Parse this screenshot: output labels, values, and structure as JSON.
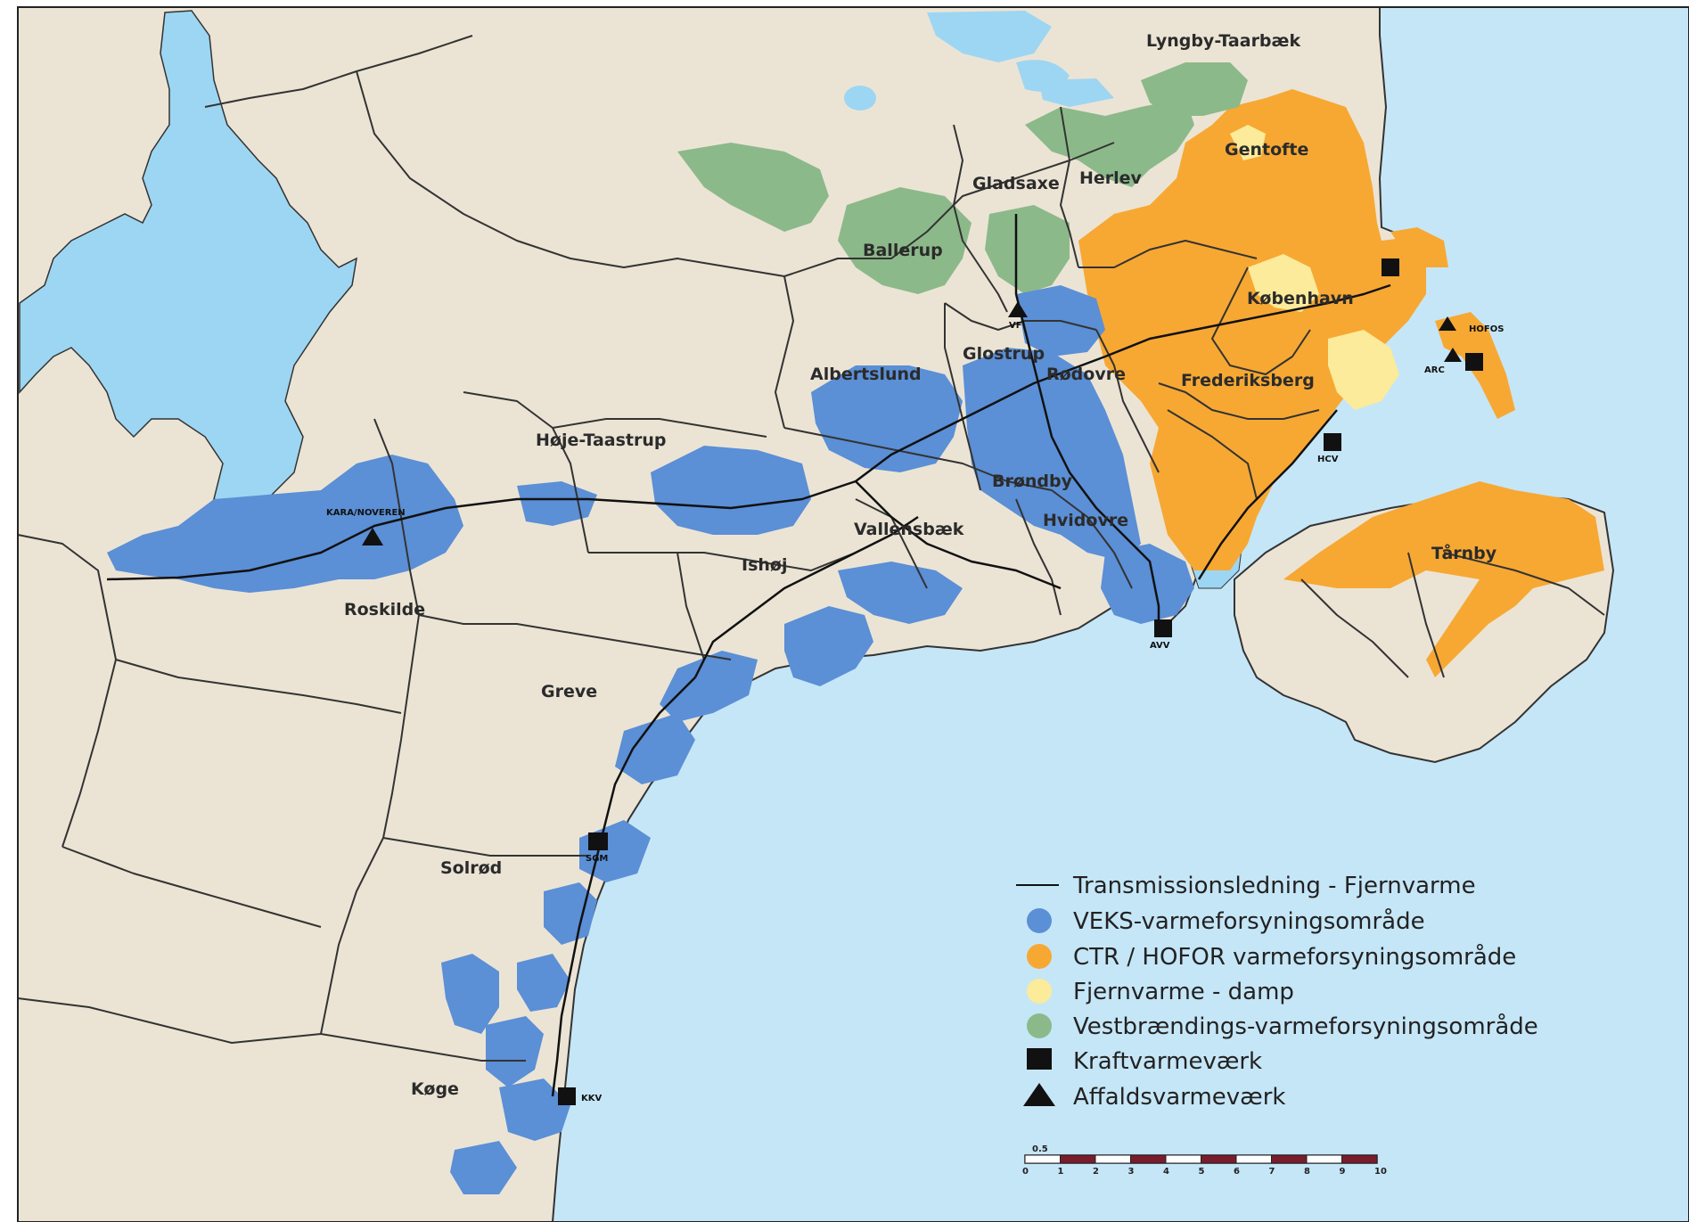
{
  "colors": {
    "sea": "#c5e6f7",
    "lake": "#9dd6f2",
    "land": "#ebe4d5",
    "veks": "#5b8fd6",
    "ctr": "#f7a833",
    "damp": "#fbeb9a",
    "vest": "#8cb98a",
    "border": "#333333"
  },
  "municipalities": [
    {
      "id": "lyngby",
      "label": "Lyngby-Taarbæk"
    },
    {
      "id": "gentofte",
      "label": "Gentofte"
    },
    {
      "id": "gladsaxe",
      "label": "Gladsaxe"
    },
    {
      "id": "herlev",
      "label": "Herlev"
    },
    {
      "id": "ballerup",
      "label": "Ballerup"
    },
    {
      "id": "kobenhavn",
      "label": "København"
    },
    {
      "id": "glostrup",
      "label": "Glostrup"
    },
    {
      "id": "rodovre",
      "label": "Rødovre"
    },
    {
      "id": "albertslund",
      "label": "Albertslund"
    },
    {
      "id": "frederiksberg",
      "label": "Frederiksberg"
    },
    {
      "id": "hoje-taastrup",
      "label": "Høje-Taastrup"
    },
    {
      "id": "brondby",
      "label": "Brøndby"
    },
    {
      "id": "hvidovre",
      "label": "Hvidovre"
    },
    {
      "id": "vallensbaek",
      "label": "Vallensbæk"
    },
    {
      "id": "ishoj",
      "label": "Ishøj"
    },
    {
      "id": "tarnby",
      "label": "Tårnby"
    },
    {
      "id": "roskilde",
      "label": "Roskilde"
    },
    {
      "id": "greve",
      "label": "Greve"
    },
    {
      "id": "solrod",
      "label": "Solrød"
    },
    {
      "id": "koge",
      "label": "Køge"
    }
  ],
  "plants": [
    {
      "id": "kara",
      "type": "affald",
      "label": "KARA/NOVEREN"
    },
    {
      "id": "vf",
      "type": "affald",
      "label": "VF"
    },
    {
      "id": "arc",
      "type": "affald",
      "label": "ARC"
    },
    {
      "id": "hofos",
      "type": "affald",
      "label": "HOFOS"
    },
    {
      "id": "svv",
      "type": "kraft",
      "label": ""
    },
    {
      "id": "amv",
      "type": "kraft",
      "label": ""
    },
    {
      "id": "hcv",
      "type": "kraft",
      "label": "HCV"
    },
    {
      "id": "avv",
      "type": "kraft",
      "label": "AVV"
    },
    {
      "id": "sgm",
      "type": "kraft",
      "label": "SGM"
    },
    {
      "id": "kkv",
      "type": "kraft",
      "label": "KKV"
    }
  ],
  "legend": {
    "items": [
      {
        "symbol": "line",
        "label": "Transmissionsledning - Fjernvarme"
      },
      {
        "symbol": "dot-veks",
        "label": "VEKS-varmeforsyningsområde"
      },
      {
        "symbol": "dot-ctr",
        "label": "CTR / HOFOR varmeforsyningsområde"
      },
      {
        "symbol": "dot-damp",
        "label": "Fjernvarme - damp"
      },
      {
        "symbol": "dot-vest",
        "label": "Vestbrændings-varmeforsyningsområde"
      },
      {
        "symbol": "square",
        "label": "Kraftvarmeværk"
      },
      {
        "symbol": "triangle",
        "label": "Affaldsvarmeværk"
      }
    ]
  },
  "scale_bar": {
    "sub_label": "0.5",
    "ticks": [
      "0",
      "1",
      "2",
      "3",
      "4",
      "5",
      "6",
      "7",
      "8",
      "9",
      "10"
    ]
  }
}
